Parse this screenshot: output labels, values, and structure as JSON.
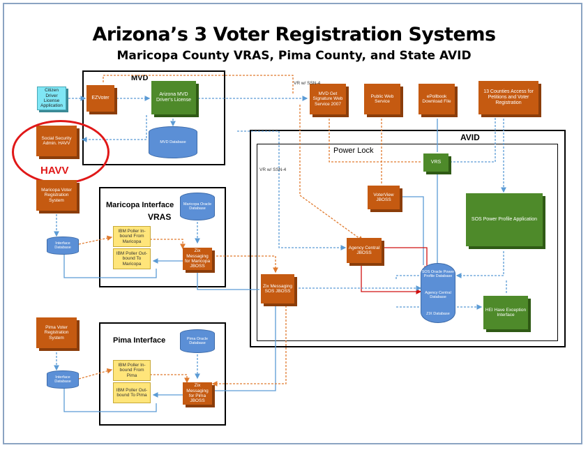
{
  "title": "Arizona’s 3 Voter Registration Systems",
  "subtitle": "Maricopa County VRAS, Pima County, and State AVID",
  "regions": {
    "mvd": "MVD",
    "avid": "AVID",
    "power_lock": "Power Lock",
    "maricopa_interface": "Maricopa Interface",
    "vras": "VRAS",
    "pima_interface": "Pima Interface"
  },
  "nodes": {
    "citizen_driver": "Citizen Driver License Application",
    "ezvoter": "EZVoter",
    "az_mvd": "Arizona MVD Driver’s License",
    "mvd_db": "MVD Database",
    "mvd_signature": "MVD Get Signature Web Service 2007",
    "public_web": "Public Web Service",
    "epollbook": "ePollbook Download File",
    "counties13": "13 Counties Access for Petitions and Voter Registration",
    "ssa": "Social Security Admin. HAVV",
    "havv": "HAVV",
    "maricopa_vrs": "Maricopa Voter Registration System",
    "maricopa_oracle": "Maricopa Oracle Database",
    "interface_db_m": "Interface Database",
    "ibm_in_m": "IBM Poller In-bound From Maricopa",
    "ibm_out_m": "IBM Poller Out-bound To Maricopa",
    "zix_m": "Zix Messaging for Maricopa JBOSS",
    "vrs": "VRS",
    "voterview": "VoterView JBOSS",
    "agency_central": "Agency Central JBOSS",
    "sos_power_profile": "SOS Power Profile Application",
    "zix_sos": "Zix Messaging SOS JBOSS",
    "sos_oracle": "SOS Oracle Power Profile Database",
    "agency_db": "Agency Central Database",
    "zix_db": "ZIX Database",
    "hei": "HEI Have Exception Interface",
    "pima_vrs": "Pima Voter Registration System",
    "pima_oracle": "Pima Oracle Database",
    "interface_db_p": "Interface Database",
    "ibm_in_p": "IBM Poller In-bound From Pima",
    "ibm_out_p": "IBM Poller Out-bound To Pima",
    "zix_p": "Zix Messaging for Pima JBOSS"
  },
  "edge_labels": {
    "vr_ssn4_top": "VR w/ SSN-4",
    "vr_ssn4_mid": "VR w/ SSN-4"
  },
  "colors": {
    "orange": "#c55a11",
    "green": "#4e8a2a",
    "blue_db": "#5b8fd6",
    "cyan": "#7fe6f5",
    "yellow": "#ffe57a",
    "arrow_blue": "#5b9bd5",
    "arrow_orange": "#e07a2e",
    "arrow_red": "#d01010",
    "havv_red": "#e01818"
  }
}
